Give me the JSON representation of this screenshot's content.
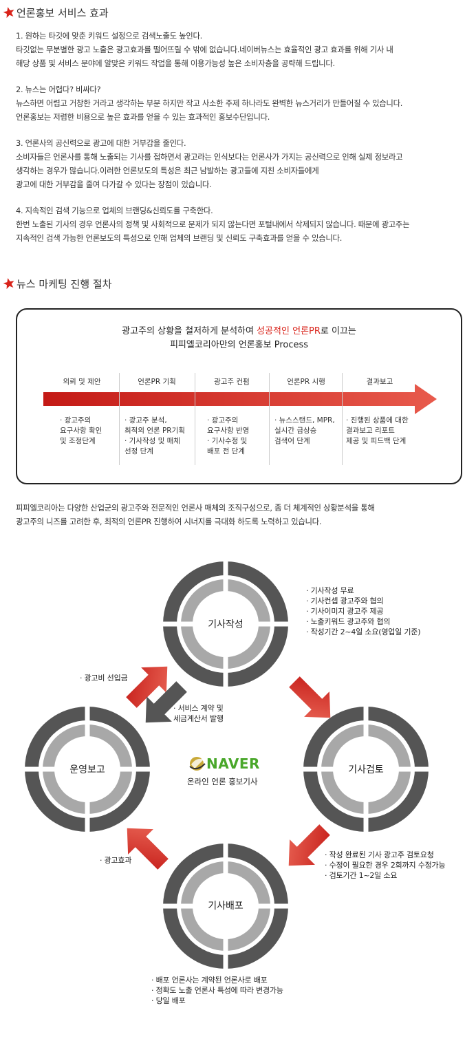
{
  "section1": {
    "title": "언론홍보 서비스 효과",
    "paragraphs": [
      [
        "1. 원하는 타깃에 맞춘 키워드 설정으로 검색노출도 높인다.",
        "타깃없는 무분별한 광고 노출은 광고효과를 떨어뜨릴 수 밖에 없습니다.네이버뉴스는 효율적인 광고 효과를 위해 기사 내",
        "해당 상품 및 서비스 분야에 알맞은 키워드 작업을 통해 이용가능성 높은 소비자층을 공략해 드립니다."
      ],
      [
        "2. 뉴스는 어렵다? 비싸다?",
        "뉴스하면 어렵고 거창한 거라고 생각하는 부분 하지만 작고 사소한 주제 하나라도 완벽한 뉴스거리가 만들어질 수 있습니다.",
        "언론홍보는 저렴한 비용으로 높은 효과를 얻을 수 있는 효과적인 홍보수단입니다."
      ],
      [
        "3. 언론사의 공신력으로 광고에 대한 거부감을 줄인다.",
        "소비자들은 언론사를 통해 노출되는 기사를 접하면서 광고라는 인식보다는 언론사가 가지는 공신력으로 인해 실제 정보라고",
        "생각하는 경우가 많습니다.이러한 언론보도의 특성은 최근 남발하는 광고들에 지친 소비자들에게",
        "광고에 대한 거부감을 줄여 다가갈 수 있다는 장점이 있습니다."
      ],
      [
        "4. 지속적인 검색 기능으로 업체의 브랜딩&신뢰도를 구축한다.",
        "한번 노출된 기사의 경우 언론사의 정책 및 사회적으로 문제가 되지 않는다면 포털내에서 삭제되지 않습니다. 때문에 광고주는",
        "지속적인 검색 가능한 언론보도의 특성으로 인해 업체의 브랜딩 및 신뢰도 구축효과를 얻을 수 있습니다."
      ]
    ]
  },
  "section2": {
    "title": "뉴스 마케팅 진행 절차",
    "headline_pre": "광고주의 상황을 철저하게 분석하여 ",
    "headline_hl": "성공적인 언론PR",
    "headline_post": "로 이끄는",
    "headline_line2": "피피엘코리아만의 언론홍보 Process",
    "stages": [
      {
        "label": "의뢰 및 제안",
        "desc": [
          "· 광고주의",
          "요구사항 확인",
          "및 조정단계"
        ]
      },
      {
        "label": "언론PR 기획",
        "desc": [
          "· 광고주 분석,",
          "최적의 언론 PR기획",
          "· 기사작성 및 매체",
          "선정 단계"
        ]
      },
      {
        "label": "광고주 컨펌",
        "desc": [
          "· 광고주의",
          "요구사항 반영",
          "· 기사수정 및",
          "배포 전 단계"
        ]
      },
      {
        "label": "언론PR 시행",
        "desc": [
          "· 뉴스스탠드, MPR,",
          "실시간 급상승",
          "검색어 단계"
        ]
      },
      {
        "label": "결과보고",
        "desc": [
          "· 진행된 상품에 대한",
          "결과보고 리포트",
          "제공 및 피드백 단계"
        ]
      }
    ],
    "intro": [
      "피피엘코리아는 다양한 산업군의 광고주와 전문적인 언론사 매체의 조직구성으로, 좀 더 체계적인 상황분석을 통해",
      "광고주의 니즈를 고려한 후, 최적의 언론PR 진행하여 시너지를 극대화 하도록 노력하고 있습니다."
    ]
  },
  "cycle": {
    "top": "기사작성",
    "right": "기사검토",
    "bottom": "기사배포",
    "left": "운영보고",
    "naver": "NAVER",
    "naver_sub": "온라인 언론 홍보기사",
    "note_top": [
      "· 기사작성 무료",
      "· 기사컨셉 광고주와 협의",
      "· 기사이미지 광고주 제공",
      "· 노출키워드 광고주와 협의",
      "· 작성기간 2~4일 소요(영업일 기준)"
    ],
    "note_right": [
      "· 작성 완료된 기사 광고주 검토요청",
      "· 수정이 필요한 경우 2회까지 수정가능",
      "· 검토기간 1~2일 소요"
    ],
    "note_bottom": [
      "· 배포 언론사는 계약된 언론사로 배포",
      "· 정확도 노출 언론사 특성에 따라 변경가능",
      "· 당일 배포"
    ],
    "note_prepay": "· 광고비 선입금",
    "note_contract": [
      "· 서비스 계약 및",
      "세금계산서 발행"
    ],
    "note_effect": "· 광고효과"
  },
  "colors": {
    "accent_red": "#d9231a",
    "naver_green": "#49a72a",
    "ring_dark": "#555555",
    "ring_light": "#aaaaaa"
  }
}
